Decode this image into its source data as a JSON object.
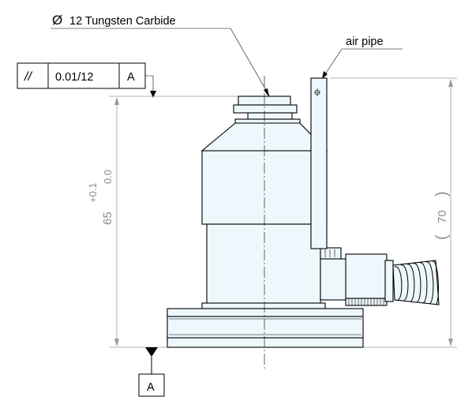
{
  "labels": {
    "material": "12 Tungsten Carbide",
    "diameter_symbol": "Ø",
    "air_pipe": "air pipe"
  },
  "tolerance_frame": {
    "symbol": "//",
    "value": "0.01/12",
    "datum": "A"
  },
  "datum_label": "A",
  "dimensions": {
    "height": "65",
    "upper_tol": "+0.1",
    "lower_tol": "0.0",
    "reference_height": "70",
    "paren_open": "(",
    "paren_close": ")"
  }
}
